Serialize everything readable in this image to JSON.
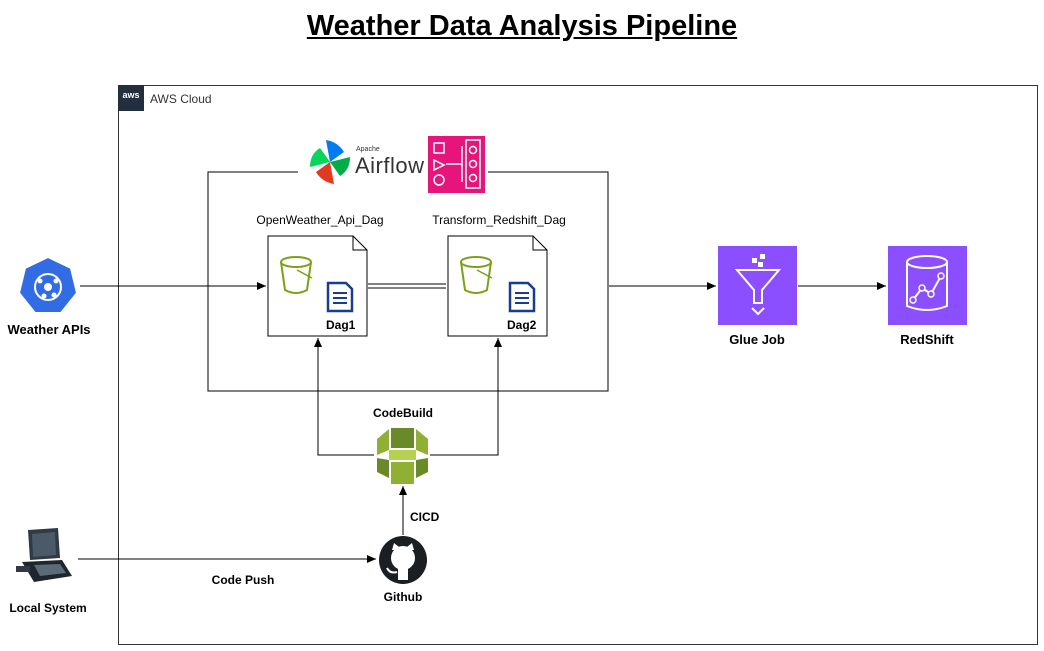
{
  "title": "Weather Data Analysis Pipeline",
  "cloud": {
    "label": "AWS Cloud",
    "badge": "aws"
  },
  "airflow": {
    "apache": "Apache",
    "name": "Airflow"
  },
  "dags": [
    {
      "name": "OpenWeather_Api_Dag",
      "file": "Dag1"
    },
    {
      "name": "Transform_Redshift_Dag",
      "file": "Dag2"
    }
  ],
  "nodes": {
    "weather_apis": "Weather APIs",
    "glue_job": "Glue Job",
    "redshift": "RedShift",
    "codebuild": "CodeBuild",
    "github": "Github",
    "local_system": "Local System"
  },
  "edges": {
    "cicd": "CICD",
    "code_push": "Code Push"
  },
  "colors": {
    "aws_badge": "#232f3e",
    "purple": "#8c4fff",
    "pink": "#e7157b",
    "bucket_green": "#7aa116",
    "doc_blue": "#1a3c8c",
    "codebuild_green": "#6a8a2a",
    "k8s_blue": "#326ce5"
  }
}
